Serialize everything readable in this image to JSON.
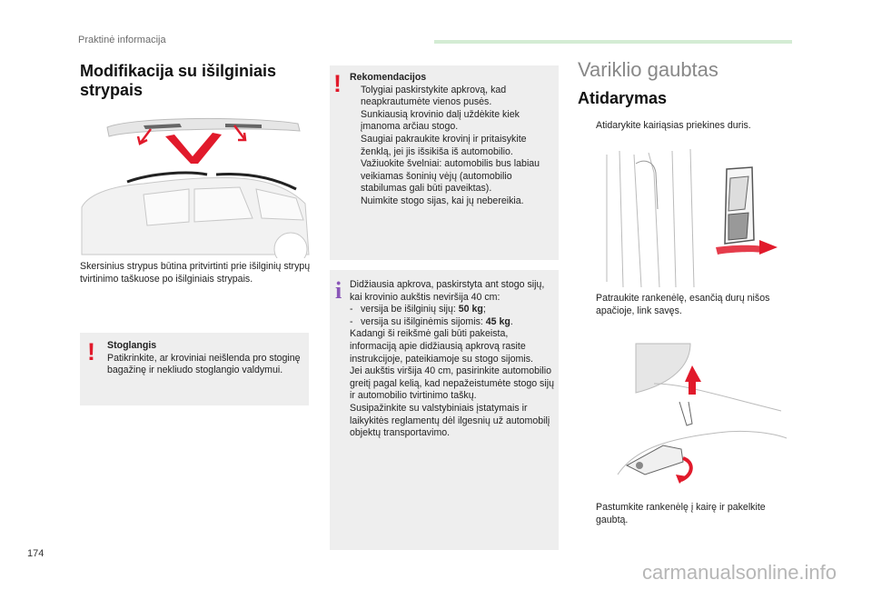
{
  "header": {
    "section": "Praktinė informacija"
  },
  "left": {
    "title": "Modifikacija su išilginiais strypais",
    "paragraph": "Skersinius strypus būtina pritvirtinti prie išilginių strypų tvirtinimo taškuose po išilginiais strypais.",
    "warning": {
      "title": "Stoglangis",
      "text": "Patikrinkite, ar kroviniai neišlenda pro stoginę bagažinę ir nekliudo stoglangio valdymui."
    }
  },
  "middle": {
    "recommendations": {
      "title": "Rekomendacijos",
      "items": [
        "Tolygiai paskirstykite apkrovą, kad neapkrautumėte vienos pusės.",
        "Sunkiausią krovinio dalį uždėkite kiek įmanoma arčiau stogo.",
        "Saugiai pakraukite krovinį ir pritaisykite ženklą, jei jis išsikiša iš automobilio.",
        "Važiuokite švelniai: automobilis bus labiau veikiamas šoninių vėjų (automobilio stabilumas gali būti paveiktas).",
        "Nuimkite stogo sijas, kai jų nebereikia."
      ]
    },
    "info": {
      "intro": "Didžiausia apkrova, paskirstyta ant stogo sijų, kai krovinio aukštis neviršija 40 cm:",
      "line1_text": "versija be išilginių sijų: ",
      "line1_value": "50 kg",
      "line1_end": ";",
      "line2_text": "versija su išilginėmis sijomis: ",
      "line2_value": "45 kg",
      "line2_end": ".",
      "p2": "Kadangi ši reikšmė gali būti pakeista, informaciją apie didžiausią apkrovą rasite instrukcijoje, pateikiamoje su stogo sijomis.",
      "p3": "Jei aukštis viršija 40 cm, pasirinkite automobilio greitį pagal kelią, kad nepažeistumėte stogo sijų ir automobilio tvirtinimo taškų.",
      "p4": "Susipažinkite su valstybiniais įstatymais ir laikykitės reglamentų dėl ilgesnių už automobilį objektų transportavimo."
    }
  },
  "right": {
    "title": "Variklio gaubtas",
    "subtitle": "Atidarymas",
    "steps": [
      "Atidarykite kairiąsias priekines duris.",
      "Patraukite rankenėlę, esančią durų nišos apačioje, link savęs.",
      "Pastumkite rankenėlę į kairę ir pakelkite gaubtą."
    ]
  },
  "footer": {
    "page_number": "174",
    "watermark": "carmanualsonline.info"
  },
  "marks": {
    "bullet": "",
    "dash": "-",
    "warning": "!",
    "info": "i"
  },
  "colors": {
    "warning": "#e11a2b",
    "info": "#8a56b8",
    "box_bg": "#eeeeee",
    "header_bar": "#d4ecd4"
  }
}
